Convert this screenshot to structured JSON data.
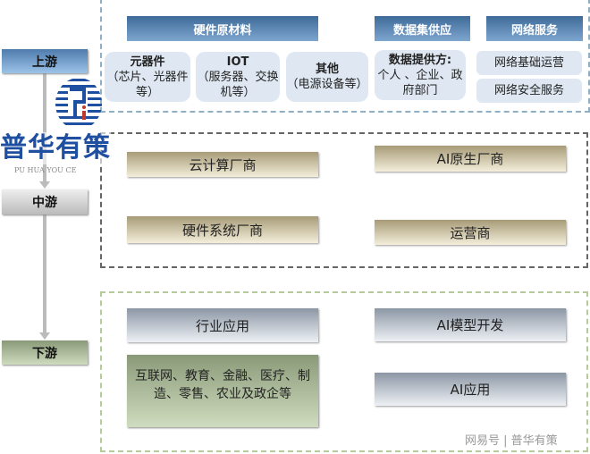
{
  "levels": {
    "upstream": "上游",
    "midstream": "中游",
    "downstream": "下游"
  },
  "upstream": {
    "headers": [
      "硬件原材料",
      "数据集供应",
      "网络服务"
    ],
    "components": {
      "title": "元器件",
      "desc": "（芯片、光器件等）"
    },
    "iot": {
      "title": "IOT",
      "desc": "（服务器、交换机等）"
    },
    "other": {
      "title": "其他",
      "desc": "（电源设备等）"
    },
    "data": {
      "title": "数据提供方:",
      "desc": "个人 、企业、政府部门"
    },
    "network": [
      "网络基础运营",
      "网络安全服务"
    ]
  },
  "midstream": {
    "items": [
      "云计算厂商",
      "AI原生厂商",
      "硬件系统厂商",
      "运营商"
    ]
  },
  "downstream": {
    "industry": "行业应用",
    "industry_desc": "互联网、教育、金融、医疗、制造、零售、农业及政企等",
    "model": "AI模型开发",
    "app": "AI应用"
  },
  "logo": {
    "name": "普华有策",
    "pinyin": "PU HUA YOU CE"
  },
  "watermark": "网易号 | 普华有策",
  "colors": {
    "header_blue": "#3e6b99",
    "brand_blue": "#1f4fa0"
  }
}
